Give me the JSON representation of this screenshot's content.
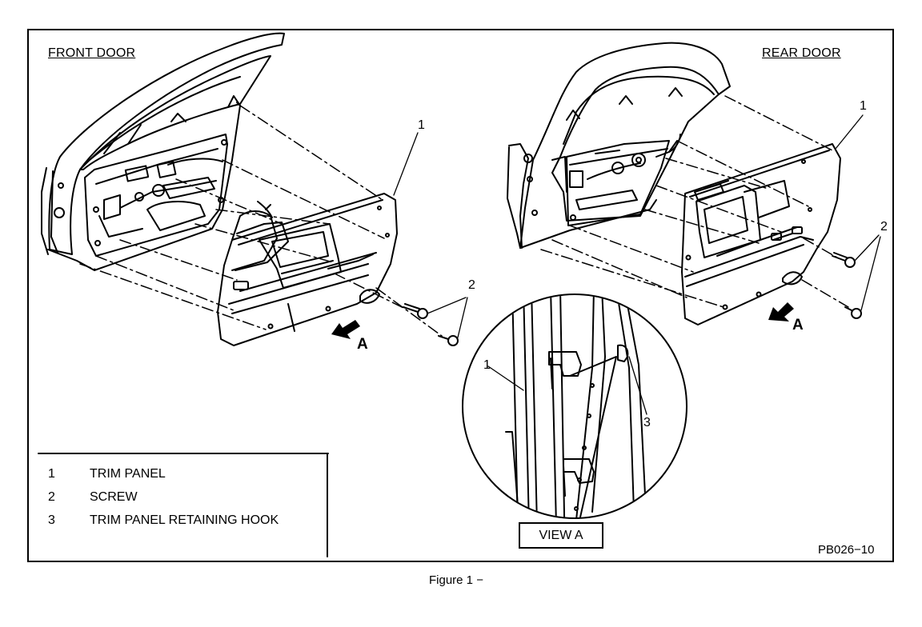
{
  "front_door_label": "FRONT DOOR",
  "rear_door_label": "REAR DOOR",
  "callouts": {
    "front_1": "1",
    "front_2": "2",
    "front_A": "A",
    "rear_1": "1",
    "rear_2": "2",
    "rear_A": "A",
    "view_1": "1",
    "view_3": "3"
  },
  "legend": [
    {
      "num": "1",
      "text": "TRIM PANEL"
    },
    {
      "num": "2",
      "text": "SCREW"
    },
    {
      "num": "3",
      "text": "TRIM PANEL RETAINING HOOK"
    }
  ],
  "view_label": "VIEW A",
  "ref_code": "PB026−10",
  "figure_caption": "Figure 1 −"
}
